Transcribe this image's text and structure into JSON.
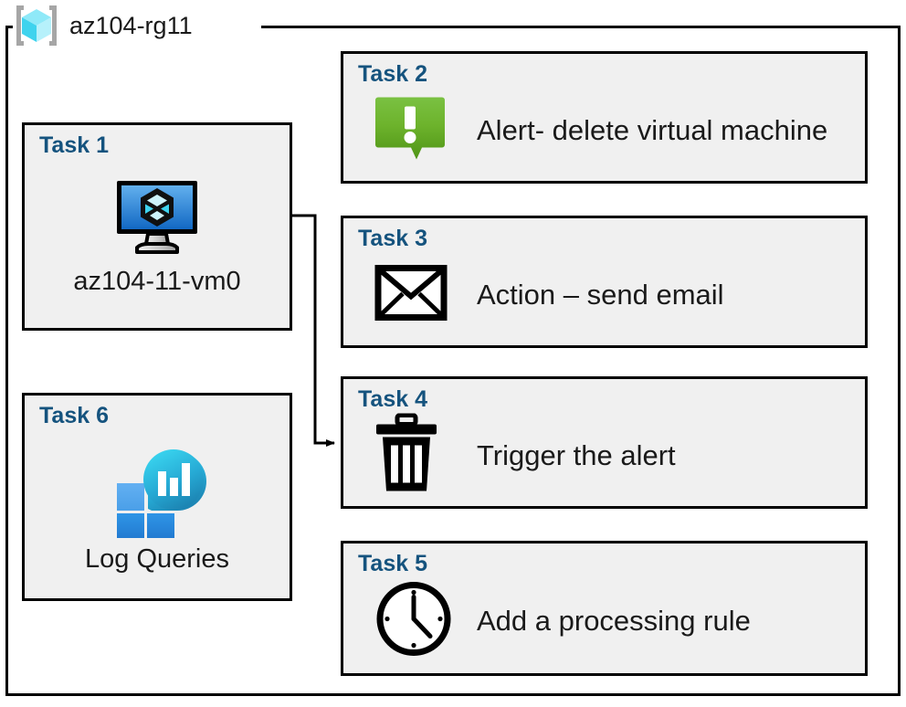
{
  "resource_group": {
    "name": "az104-rg11",
    "icon": "azure-resource-group-cube-icon"
  },
  "cards": {
    "task1": {
      "title": "Task 1",
      "label": "az104-11-vm0",
      "icon": "virtual-machine-icon"
    },
    "task2": {
      "title": "Task 2",
      "label": "Alert- delete virtual machine",
      "icon": "alert-exclamation-icon"
    },
    "task3": {
      "title": "Task 3",
      "label": "Action – send email",
      "icon": "envelope-icon"
    },
    "task4": {
      "title": "Task 4",
      "label": "Trigger the alert",
      "icon": "trash-can-icon"
    },
    "task5": {
      "title": "Task 5",
      "label": "Add a processing rule",
      "icon": "clock-icon"
    },
    "task6": {
      "title": "Task 6",
      "label": "Log Queries",
      "icon": "log-analytics-icon"
    }
  },
  "connector": {
    "from": "task1-virtual-machine-icon",
    "to": "task4-card",
    "style": "orthogonal-arrow"
  },
  "colors": {
    "card_fill": "#f0f0f0",
    "card_border": "#000000",
    "title_text": "#15537e",
    "body_text": "#1a1a1a",
    "alert_green_light": "#76bc21",
    "alert_green_dark": "#5a9e1e",
    "vm_blue_light": "#55a8e8",
    "vm_blue_dark": "#1c6fc4",
    "log_cyan": "#32d0ed",
    "log_teal": "#1e87b5",
    "log_square_blue": "#2a8de4",
    "rg_cube_cyan": "#6fe4f6",
    "rg_bracket_gray": "#a6a6a6"
  }
}
